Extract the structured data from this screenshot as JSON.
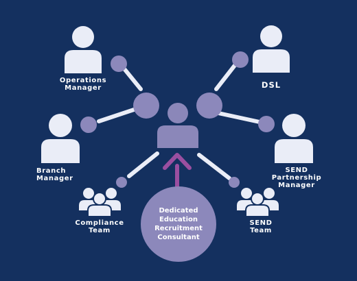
{
  "diagram": {
    "labels": {
      "operations_manager_line1": "Operations",
      "operations_manager_line2": "Manager",
      "dsl": "DSL",
      "branch_manager_line1": "Branch",
      "branch_manager_line2": "Manager",
      "send_partnership_line1": "SEND",
      "send_partnership_line2": "Partnership",
      "send_partnership_line3": "Manager",
      "compliance_team_line1": "Compliance",
      "compliance_team_line2": "Team",
      "send_team_line1": "SEND",
      "send_team_line2": "Team"
    },
    "center": {
      "line1": "Dedicated",
      "line2": "Education",
      "line3": "Recruitment",
      "line4": "Consultant"
    },
    "colors": {
      "background": "#14305f",
      "icon_light": "#eaedf7",
      "icon_purple": "#8b87b9",
      "node_purple": "#8c88bb",
      "connector": "#eaedf7",
      "arrow": "#9a4fa0",
      "center_circle": "#8c88bb"
    }
  }
}
